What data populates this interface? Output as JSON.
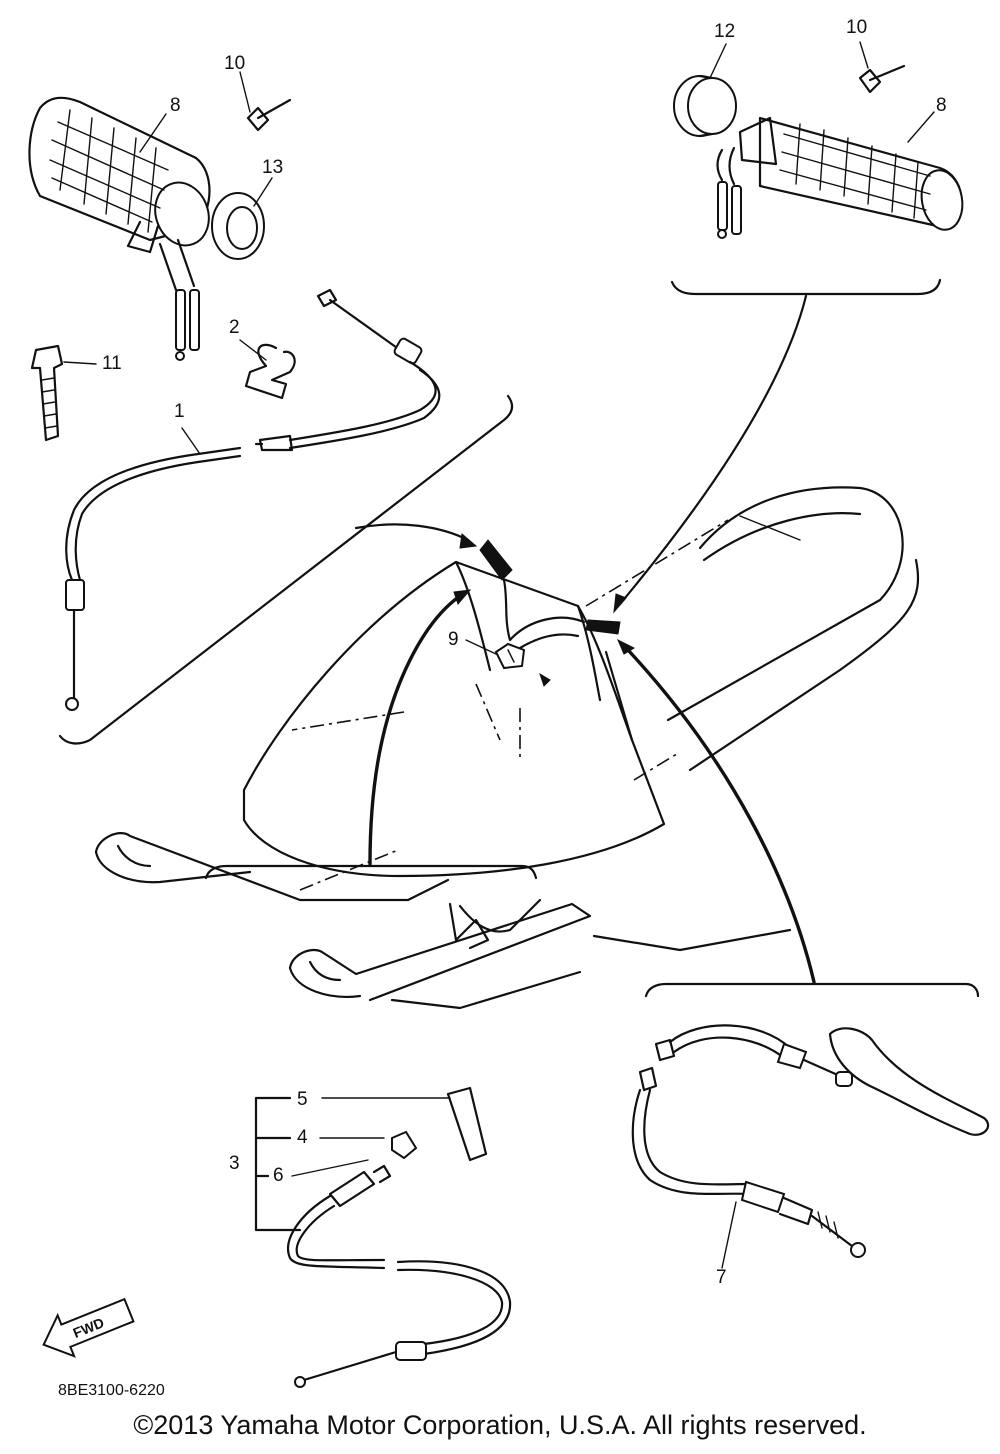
{
  "callouts": {
    "c1": "1",
    "c2": "2",
    "c3": "3",
    "c4": "4",
    "c5": "5",
    "c6": "6",
    "c7": "7",
    "c8_left": "8",
    "c8_right": "8",
    "c9": "9",
    "c10_left": "10",
    "c10_right": "10",
    "c11": "11",
    "c12": "12",
    "c13": "13"
  },
  "fwd_label": "FWD",
  "diagram_code": "8BE3100-6220",
  "copyright": "©2013 Yamaha Motor Corporation, U.S.A. All rights reserved."
}
